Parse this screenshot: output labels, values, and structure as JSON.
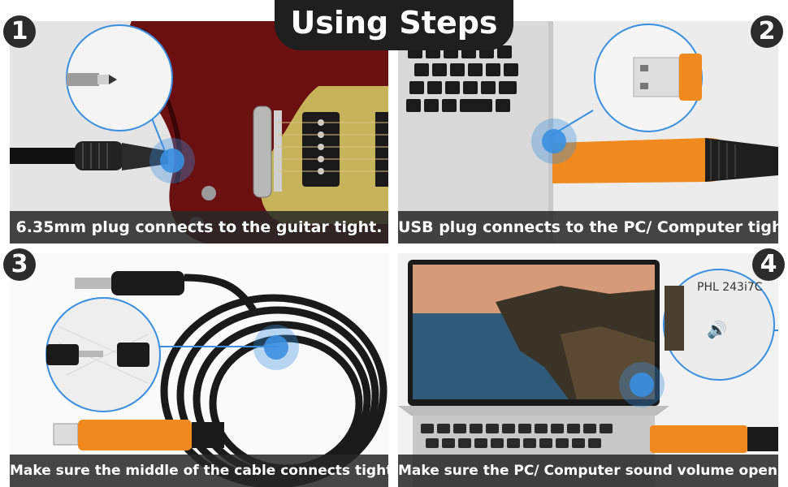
{
  "title": "Using Steps",
  "steps": [
    {
      "number": "1",
      "caption": "6.35mm plug connects to the guitar tight."
    },
    {
      "number": "2",
      "caption": "USB plug connects to the PC/ Computer tight."
    },
    {
      "number": "3",
      "caption": "Make sure the middle of the cable connects tight."
    },
    {
      "number": "4",
      "caption": "Make sure the PC/ Computer sound volume opens."
    }
  ],
  "monitor_label": "PHL 243i7C",
  "volume_icon": "speaker-volume-icon",
  "colors": {
    "accent_blue": "#3a8fe0",
    "cable_orange": "#f08a1e",
    "caption_bg": "#2a2a2a"
  }
}
